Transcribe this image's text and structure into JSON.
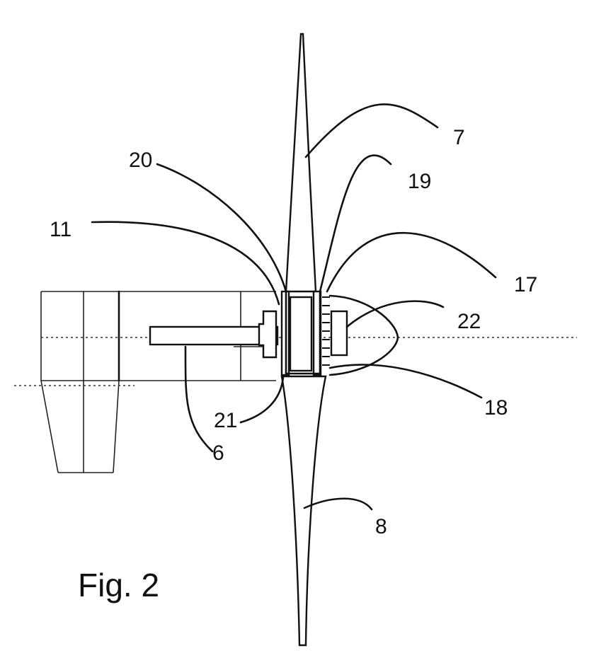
{
  "figure": {
    "caption": "Fig. 2",
    "labels": {
      "l7": "7",
      "l19": "19",
      "l20": "20",
      "l11": "11",
      "l17": "17",
      "l22": "22",
      "l21": "21",
      "l18": "18",
      "l6": "6",
      "l8": "8"
    }
  }
}
